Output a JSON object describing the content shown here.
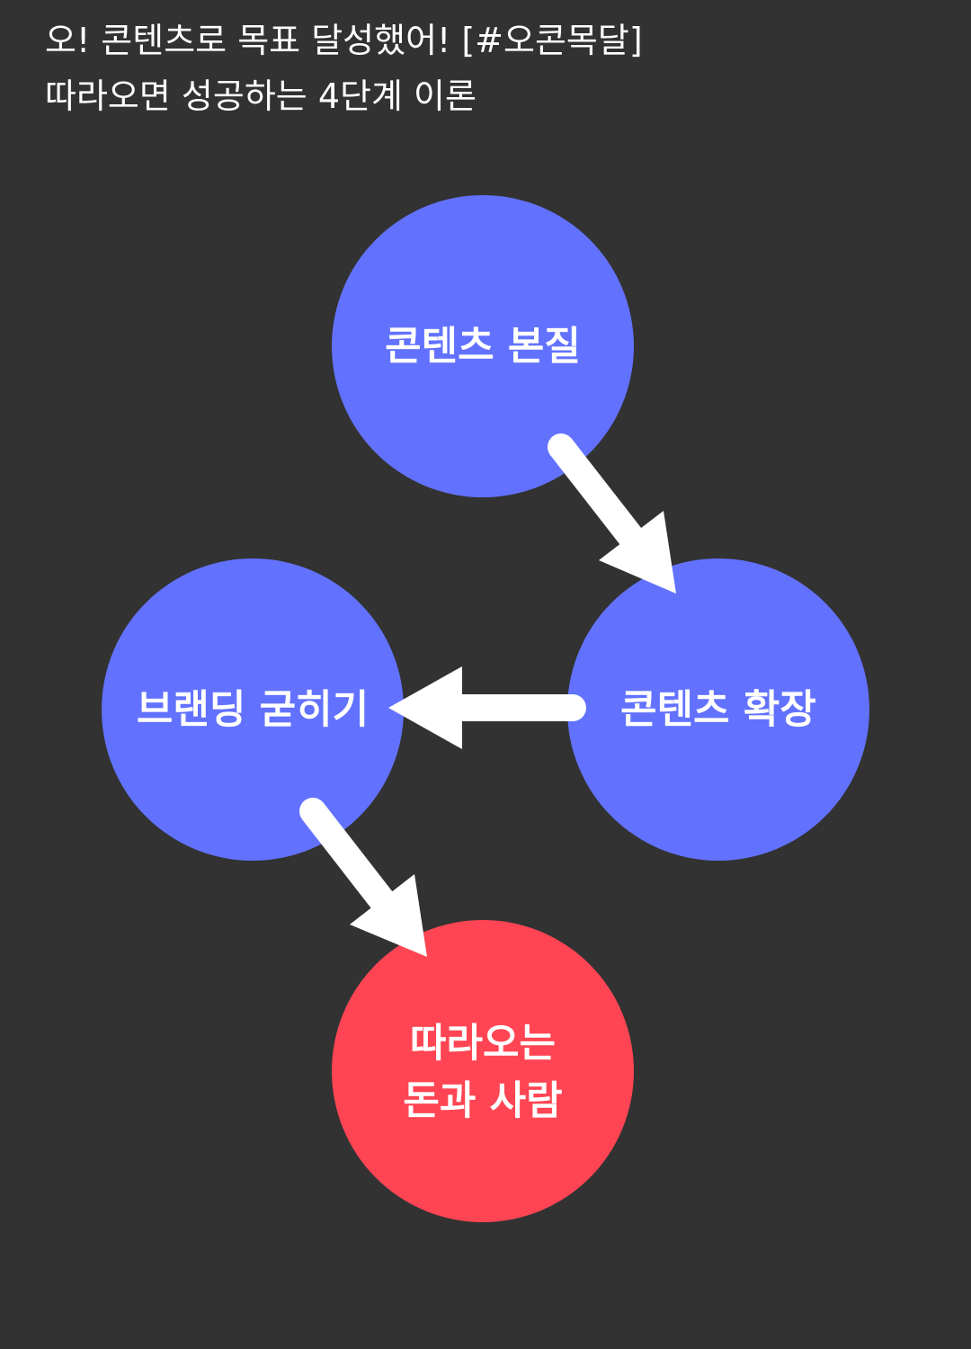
{
  "header": {
    "line1": "오! 콘텐츠로 목표 달성했어! [#오콘목달]",
    "line2": "따라오면 성공하는 4단계 이론"
  },
  "diagram": {
    "nodes": [
      {
        "id": "essence",
        "lines": [
          "콘텐츠 본질"
        ],
        "color": "#6272ff"
      },
      {
        "id": "expansion",
        "lines": [
          "콘텐츠 확장"
        ],
        "color": "#6272ff"
      },
      {
        "id": "branding",
        "lines": [
          "브랜딩 굳히기"
        ],
        "color": "#6272ff"
      },
      {
        "id": "result",
        "lines": [
          "따라오는",
          "돈과 사람"
        ],
        "color": "#ff4553"
      }
    ],
    "edges": [
      {
        "from": "essence",
        "to": "expansion"
      },
      {
        "from": "expansion",
        "to": "branding"
      },
      {
        "from": "branding",
        "to": "result"
      }
    ],
    "arrow_color": "#ffffff",
    "background": "#323232"
  }
}
